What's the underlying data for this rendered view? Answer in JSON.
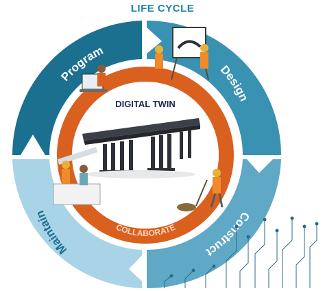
{
  "title": "LIFE CYCLE",
  "center": {
    "label": "DIGITAL TWIN",
    "ring_label": "COLLABORATE"
  },
  "phases": [
    {
      "label": "Program",
      "color": "#1b6f8f"
    },
    {
      "label": "Design",
      "color": "#3a92b3"
    },
    {
      "label": "Construct",
      "color": "#5fa8c6"
    },
    {
      "label": "Maintain",
      "color": "#a9d3e6"
    }
  ],
  "colors": {
    "title": "#1f86a8",
    "ring": "#d9601f",
    "center_label": "#1a2a55",
    "ring_label": "#ffd7c0"
  },
  "icons": {
    "bridge": "bridge-icon",
    "circuit": "circuit-icon"
  }
}
